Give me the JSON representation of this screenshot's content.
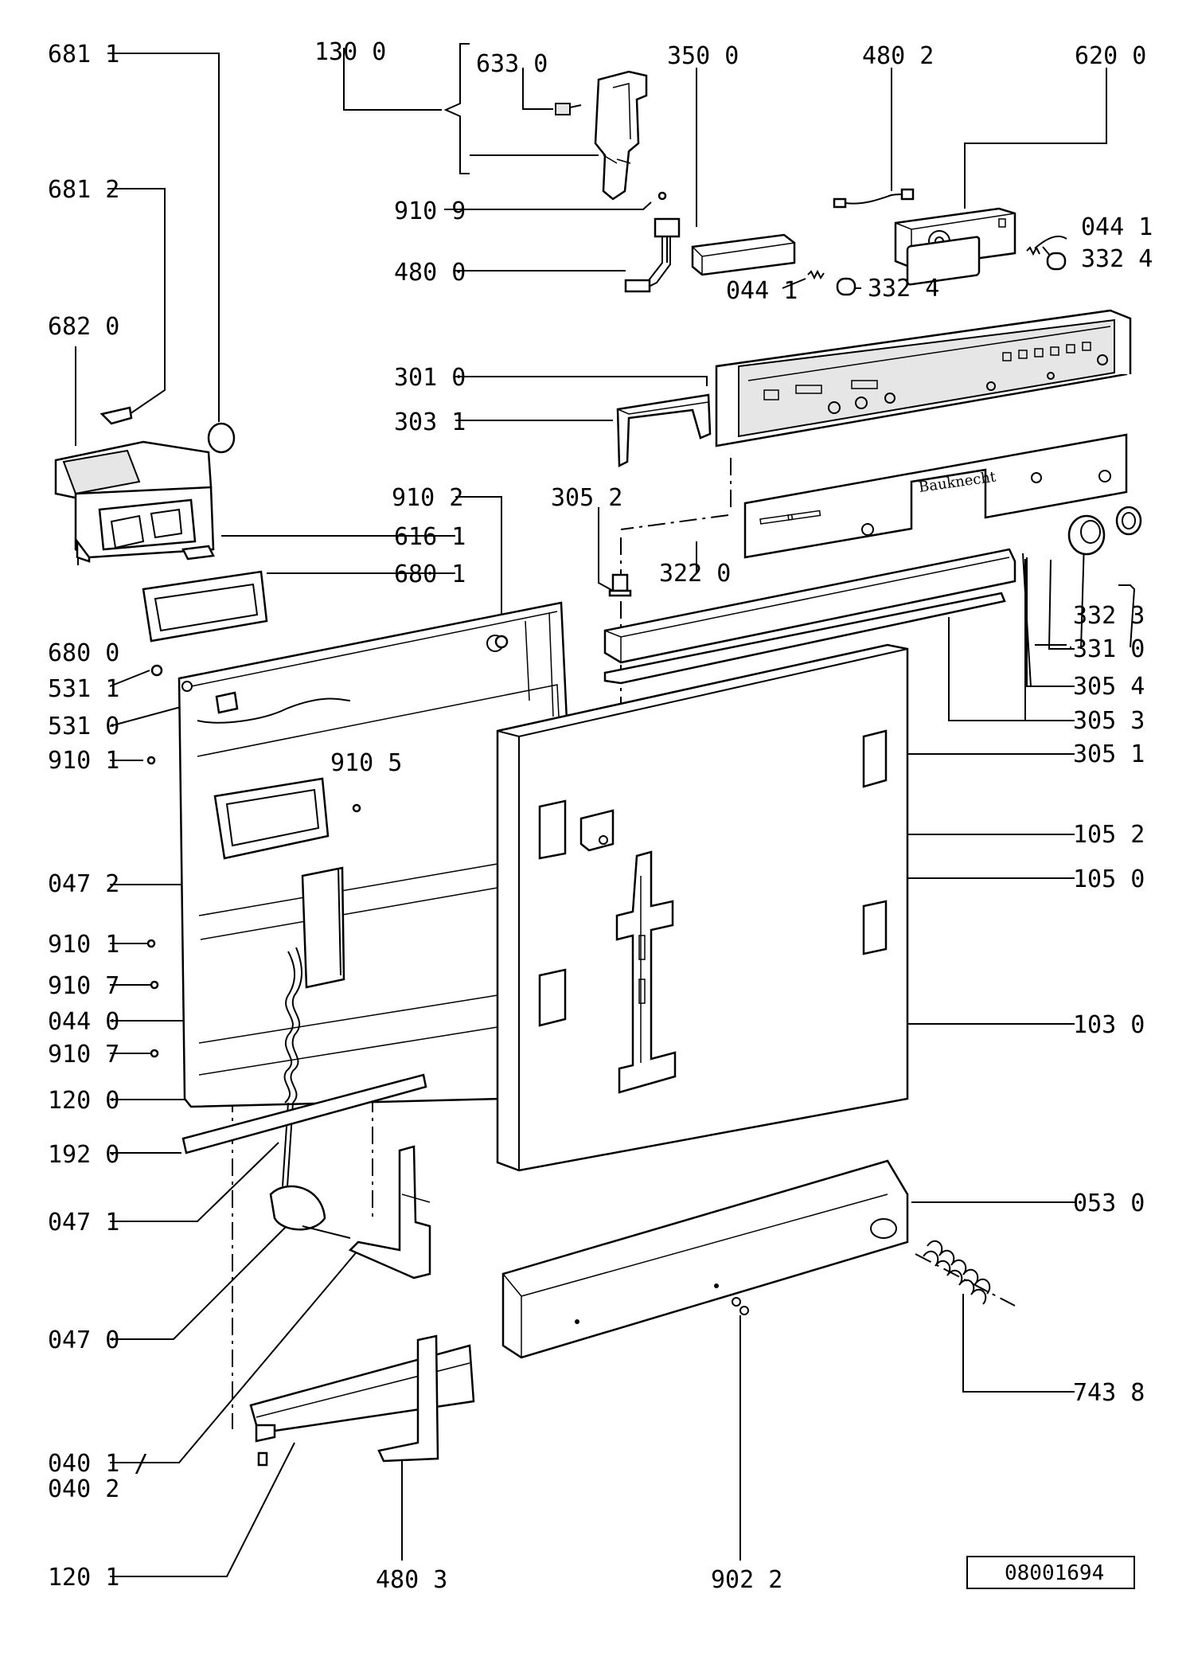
{
  "labels": {
    "l_681_1": "681 1",
    "l_681_2": "681 2",
    "l_682_0": "682 0",
    "l_680_0": "680 0",
    "l_531_1": "531 1",
    "l_531_0": "531 0",
    "l_910_1a": "910 1",
    "l_047_2": "047 2",
    "l_910_1b": "910 1",
    "l_910_7a": "910 7",
    "l_044_0": "044 0",
    "l_910_7b": "910 7",
    "l_120_0": "120 0",
    "l_192_0": "192 0",
    "l_047_1": "047 1",
    "l_047_0": "047 0",
    "l_040_1": "040 1 /",
    "l_040_2": "040 2",
    "l_120_1": "120 1",
    "l_130_0": "130 0",
    "l_633_0": "633 0",
    "l_350_0": "350 0",
    "l_480_2": "480 2",
    "l_620_0": "620 0",
    "l_910_9": "910 9",
    "l_480_0": "480 0",
    "l_044_1a": "044 1",
    "l_332_4a": "332 4",
    "l_044_1b": "044 1",
    "l_332_4b": "332 4",
    "l_301_0": "301 0",
    "l_303_1": "303 1",
    "l_910_2": "910 2",
    "l_305_2": "305 2",
    "l_616_1": "616 1",
    "l_680_1": "680 1",
    "l_322_0": "322 0",
    "l_332_3": "332 3",
    "l_331_0": "331 0",
    "l_305_4": "305 4",
    "l_305_3": "305 3",
    "l_305_1": "305 1",
    "l_910_5": "910 5",
    "l_105_2": "105 2",
    "l_105_0": "105 0",
    "l_103_0": "103 0",
    "l_053_0": "053 0",
    "l_743_8": "743 8",
    "l_480_3": "480 3",
    "l_902_2": "902 2"
  },
  "brand": "Bauknecht",
  "doc_number": "08001694"
}
